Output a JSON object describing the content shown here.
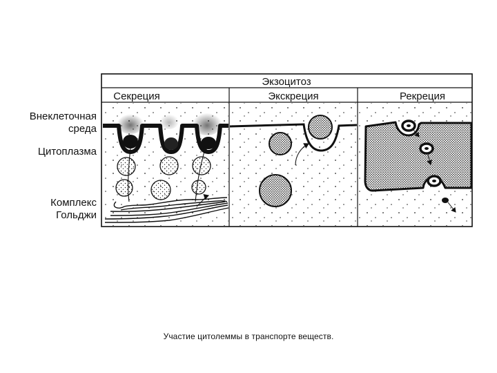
{
  "header": {
    "title": "Экзоцитоз"
  },
  "columns": [
    {
      "label": "Секреция"
    },
    {
      "label": "Экскреция"
    },
    {
      "label": "Рекреция"
    }
  ],
  "side_labels": {
    "environment_line1": "Внеклеточная",
    "environment_line2": "среда",
    "cytoplasm": "Цитоплазма",
    "golgi_line1": "Комплекс",
    "golgi_line2": "Гольджи"
  },
  "caption": "Участие цитолеммы в транспорте веществ."
}
